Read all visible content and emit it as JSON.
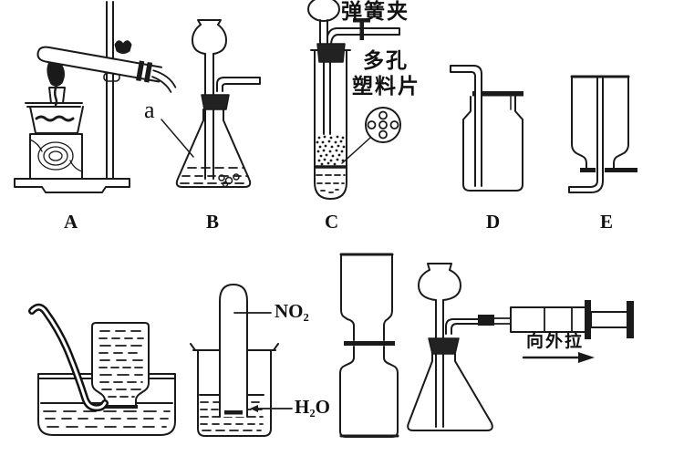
{
  "apparatus_labels": {
    "first": "A",
    "second": "B",
    "third": "C",
    "fourth": "D",
    "fifth": "E"
  },
  "annotations": {
    "point_a": "a",
    "spring_clamp": "弹簧夹",
    "porous_plastic_line1": "多孔",
    "porous_plastic_line2": "塑料片",
    "no2": "NO₂",
    "h2o": "H₂O",
    "pull_outward": "向外拉"
  },
  "colors": {
    "ink": "#1a1a1a",
    "background": "#ffffff"
  }
}
